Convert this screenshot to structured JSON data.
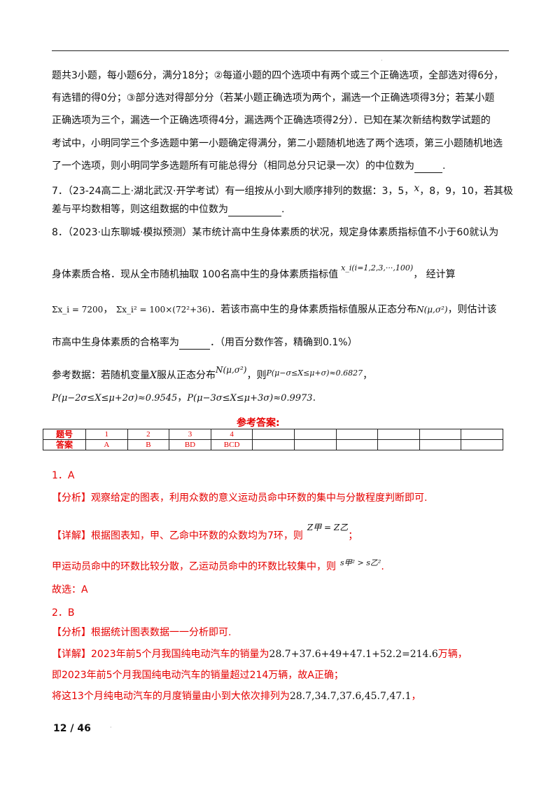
{
  "lines": {
    "l1": "题共3小题，每小题6分，满分18分；②每道小题的四个选项中有两个或三个正确选项，全部选对得6分，",
    "l2": "有选错的得0分；③部分选对得部分分（若某小题正确选项为两个，漏选一个正确选项得3分；若某小题",
    "l3": "正确选项为三个，漏选一个正确选项得4分，漏选两个正确选项得2分）．已知在某次新结构数学试题的",
    "l4": "考试中，小明同学三个多选题中第一小题确定得满分，第二小题随机地选了两个选项，第三小题随机地选",
    "l5": "了一个选项，则小明同学多选题所有可能总得分（相同总分只记录一次）的中位数为",
    "l5_end": ".",
    "q7_a": "7．（23-24高二上·湖北武汉·开学考试）有一组按从小到大顺序排列的数据：3，5，",
    "q7_x": "x",
    "q7_b": "，8，9，10，若其极",
    "q7_c": "差与平均数相等，则这组数据的中位数为",
    "q7_end": ".",
    "q8_a": "8．（2023·山东聊城·模拟预测）某市统计高中生身体素质的状况，规定身体素质指标值不小于60就认为",
    "q8_b": "身体素质合格．现从全市随机抽取  100名高中生的身体素质指标值",
    "q8_b_math": "x_i(i=1,2,3,···,100)",
    "q8_b_end": "，  经计算",
    "q8_c_sum1": "Σx_i = 7200",
    "q8_c_sum2": "Σx_i² = 100×(72²+36)",
    "q8_c_text": "．若该市高中生的身体素质指标值服从正态分布",
    "q8_c_dist": "N(μ,σ²)",
    "q8_c_end": "，则估计该",
    "q8_d": "市高中生身体素质的合格率为",
    "q8_d_end": "．（用百分数作答，精确到0.1%）",
    "ref_a": "参考数据：若随机变量",
    "ref_X": "X",
    "ref_b": "服从正态分布",
    "ref_dist": "N(μ,σ²)",
    "ref_c": "，则",
    "ref_p1": "P(μ−σ≤X≤μ+σ)≈0.6827",
    "ref_c_end": "，",
    "ref_p2": "P(μ−2σ≤X≤μ+2σ)≈0.9545",
    "ref_sep": "，",
    "ref_p3": "P(μ−3σ≤X≤μ+3σ)≈0.9973",
    "ref_end": "."
  },
  "answers": {
    "title": "参考答案:",
    "row1_header": "题号",
    "row2_header": "答案",
    "numbers": [
      "1",
      "2",
      "3",
      "4",
      "",
      "",
      "",
      "",
      "",
      ""
    ],
    "values": [
      "A",
      "B",
      "BD",
      "BCD",
      "",
      "",
      "",
      "",
      "",
      ""
    ]
  },
  "solutions": {
    "s1_num": "1．A",
    "s1_fx_tag": "【分析】",
    "s1_fx": "观察给定的图表，利用众数的意义运动员命中环数的集中与分散程度判断即可.",
    "s1_xj_tag": "【详解】",
    "s1_xj": "根据图表知，甲、乙命中环数的众数均为7环，则",
    "s1_xj_math": "Z甲 = Z乙",
    "s1_xj_end": "；",
    "s1_l2": "甲运动员命中的环数比较分散，乙运动员命中的环数比较集中，则",
    "s1_l2_math": "s甲² > s乙²",
    "s1_l2_end": ".",
    "s1_ans": "故选：A",
    "s2_num": "2．B",
    "s2_fx_tag": "【分析】",
    "s2_fx": "根据统计图表数据一一分析即可.",
    "s2_xj_tag": "【详解】",
    "s2_xj": "2023年前5个月我国纯电动汽车的销量为",
    "s2_xj_math": "28.7+37.6+49+47.1+52.2=214.6",
    "s2_xj_end": "万辆，",
    "s2_l2": "即2023年前5个月我国纯电动汽车的销量超过214万辆，故A正确；",
    "s2_l3": "将这13个月纯电动汽车的月度销量由小到大依次排列为",
    "s2_l3_math": "28.7,34.7,37.6,45.7,47.1",
    "s2_l3_end": "，"
  },
  "footer": {
    "page": "12 / 46"
  }
}
